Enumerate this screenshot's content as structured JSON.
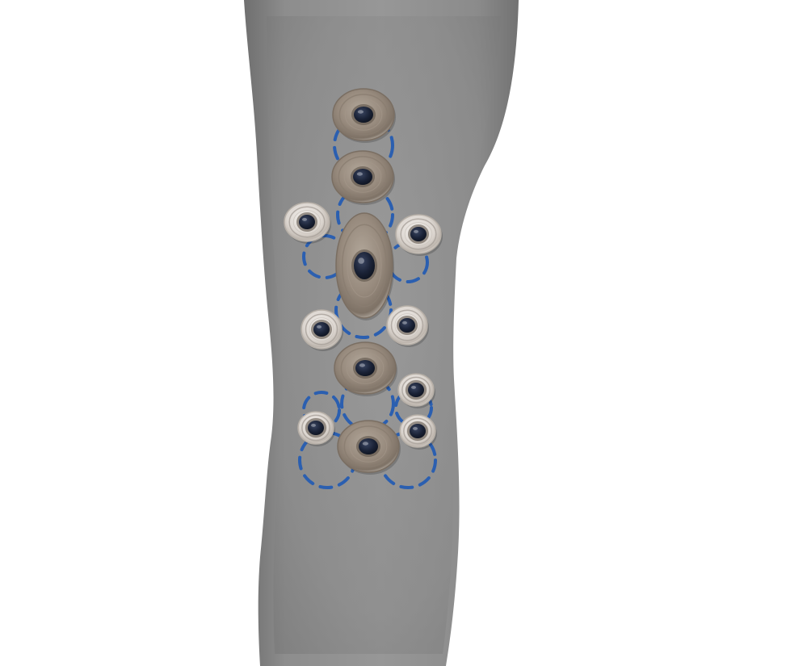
{
  "scene": {
    "background_color": "#ffffff",
    "leg_color": "#8f8f8f",
    "leg_shadow_color": "#7d7d7d",
    "outline_color": "#2b5fb0",
    "large_cup_color": "#94877a",
    "small_cup_color": "#e6e1dc",
    "center_color": "#1a2236"
  },
  "placements": [
    {
      "id": "upper-1",
      "kind": "large-round"
    },
    {
      "id": "upper-2",
      "kind": "large-round"
    },
    {
      "id": "upper-left",
      "kind": "small-round"
    },
    {
      "id": "upper-right",
      "kind": "small-round"
    },
    {
      "id": "center",
      "kind": "large-oval"
    },
    {
      "id": "mid-left",
      "kind": "small-round"
    },
    {
      "id": "mid-right",
      "kind": "small-round"
    },
    {
      "id": "lower-center",
      "kind": "large-round"
    },
    {
      "id": "lower-right-1",
      "kind": "small-round"
    },
    {
      "id": "lower-left",
      "kind": "small-round"
    },
    {
      "id": "lower-right-2",
      "kind": "small-round"
    },
    {
      "id": "bottom-center",
      "kind": "large-round"
    }
  ]
}
